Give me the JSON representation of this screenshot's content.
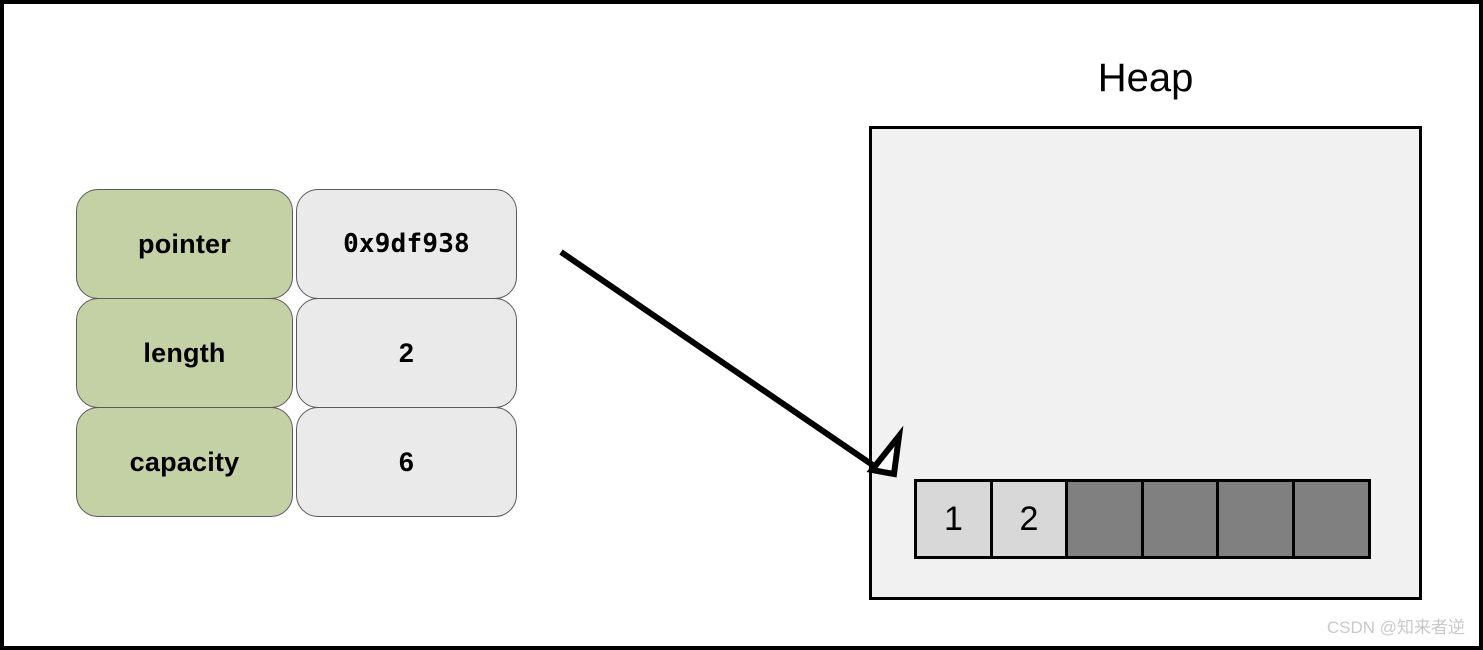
{
  "diagram": {
    "title_heap": "Heap",
    "struct": {
      "rows": [
        {
          "label": "pointer",
          "value": "0x9df938"
        },
        {
          "label": "length",
          "value": "2"
        },
        {
          "label": "capacity",
          "value": "6"
        }
      ]
    },
    "heap": {
      "cells": [
        {
          "value": "1",
          "state": "filled"
        },
        {
          "value": "2",
          "state": "filled"
        },
        {
          "value": "",
          "state": "empty"
        },
        {
          "value": "",
          "state": "empty"
        },
        {
          "value": "",
          "state": "empty"
        },
        {
          "value": "",
          "state": "empty"
        }
      ]
    },
    "arrow": {
      "name": "pointer-to-heap-arrow"
    },
    "colors": {
      "label_green": "#c3d1a4",
      "value_gray": "#eaeaea",
      "heap_bg": "#f1f1f1",
      "cell_filled": "#d8d8d8",
      "cell_empty": "#808080",
      "stroke": "#000000"
    }
  },
  "watermark": {
    "text": "CSDN @知来者逆"
  }
}
